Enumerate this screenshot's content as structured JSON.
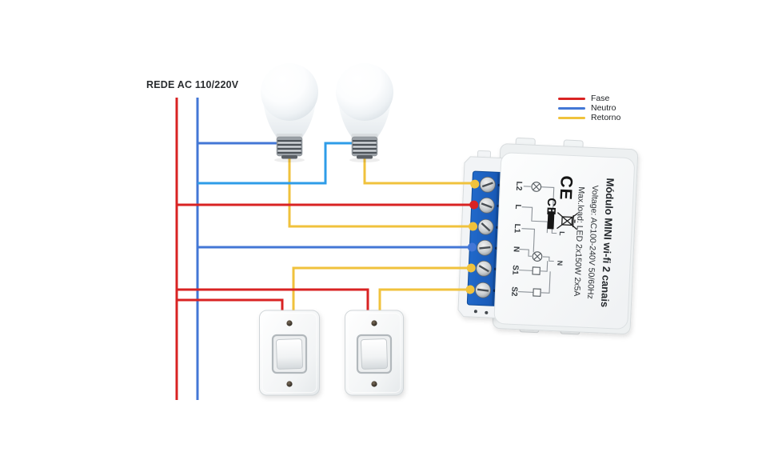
{
  "supply": {
    "label": "REDE AC 110/220V"
  },
  "legend": {
    "items": [
      {
        "label": "Fase",
        "color": "#d92323"
      },
      {
        "label": "Neutro",
        "color": "#4377d6"
      },
      {
        "label": "Retorno",
        "color": "#f0c23c"
      }
    ]
  },
  "colors": {
    "fase": "#d92323",
    "neutro": "#4377d6",
    "neutro_light": "#2e9ce8",
    "retorno": "#f0c23c",
    "terminal_block": "#1a62c4"
  },
  "module": {
    "product_name": "Módulo MINI wi-fi 2 canais",
    "voltage": "Voltage: AC100-240V 50/60Hz",
    "max_load": "Max.load: LED 2x150W 2x5A",
    "ce_mark": "CE",
    "terminals": [
      {
        "label": "L2",
        "wire_color": "#f0c23c"
      },
      {
        "label": "L",
        "wire_color": "#d92323"
      },
      {
        "label": "L1",
        "wire_color": "#f0c23c"
      },
      {
        "label": "N",
        "wire_color": "#4377d6"
      },
      {
        "label": "S1",
        "wire_color": "#f0c23c"
      },
      {
        "label": "S2",
        "wire_color": "#f0c23c"
      }
    ],
    "diagram_labels": {
      "l": "L",
      "n": "N"
    }
  }
}
